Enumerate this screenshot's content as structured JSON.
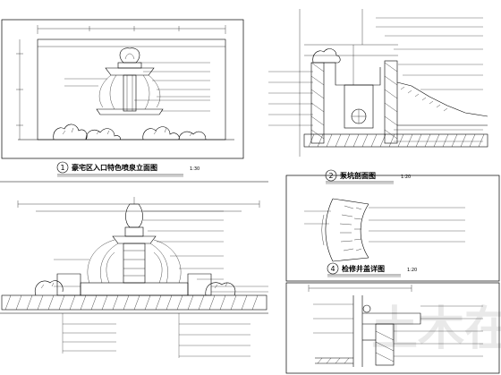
{
  "drawings": {
    "d1": {
      "number": "1",
      "title": "豪宅区入口特色喷泉立面图",
      "scale": "1:30"
    },
    "d2": {
      "number": "2",
      "title": "泵坑剖面图",
      "scale": "1:20"
    },
    "d4": {
      "number": "4",
      "title": "检修井盖详图",
      "scale": "1:20"
    }
  },
  "watermark": "土木在线",
  "colors": {
    "line": "#000000",
    "watermark": "#e6e6e6"
  }
}
